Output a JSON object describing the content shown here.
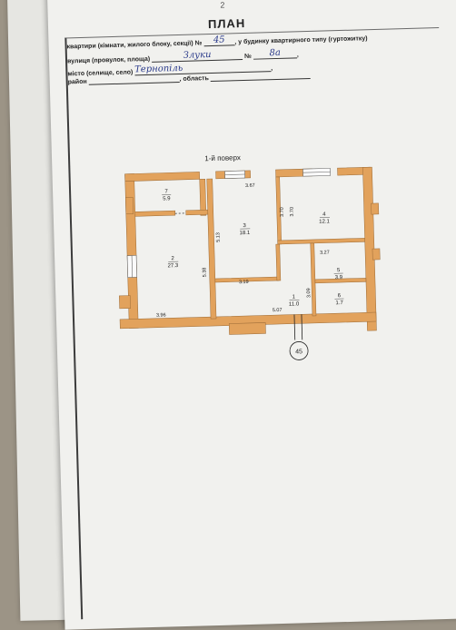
{
  "document": {
    "page_mark": "2",
    "title": "ПЛАН",
    "header": {
      "row1_prefix": "квартири (кімнати, жилого блоку, секції) №",
      "apartment_no": "45",
      "row1_suffix": "у будинку квартирного типу (гуртожитку)",
      "row2_prefix": "вулиця (провулок, площа)",
      "street": "Злуки",
      "row2_no_label": "№",
      "house_no": "8а",
      "row3_prefix": "місто (селище, село)",
      "city": "Тернопіль",
      "row4_prefix": "район",
      "row4_region": "область"
    },
    "floor_label": "1-й поверх",
    "stamp_number": "45",
    "rooms": [
      {
        "id": "7",
        "area": "5.9"
      },
      {
        "id": "2",
        "area": "27.3"
      },
      {
        "id": "3",
        "area": "18.1"
      },
      {
        "id": "4",
        "area": "12.1"
      },
      {
        "id": "1",
        "area": "11.0"
      },
      {
        "id": "5",
        "area": "3.9"
      },
      {
        "id": "6",
        "area": "1.7"
      }
    ],
    "dimensions": {
      "d_367": "3.67",
      "d_513": "5.13",
      "d_370a": "3.70",
      "d_370b": "3.70",
      "d_538": "5.38",
      "d_327": "3.27",
      "d_319": "3.19",
      "d_309": "3.09",
      "d_396": "3.96",
      "d_507": "5.07"
    },
    "colors": {
      "wall": "#e2a25c",
      "paper": "#f1f1ee",
      "ink": "#2a3a8a"
    }
  }
}
